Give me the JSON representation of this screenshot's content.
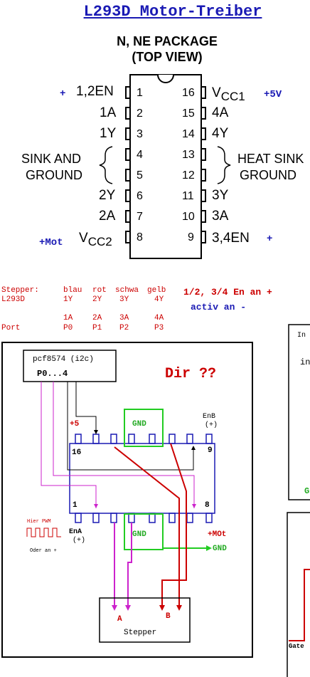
{
  "title": "L293D Motor-Treiber",
  "package": {
    "line1": "N, NE PACKAGE",
    "line2": "(TOP VIEW)"
  },
  "left_pins": [
    {
      "label": "1,2EN",
      "num": "1"
    },
    {
      "label": "1A",
      "num": "2"
    },
    {
      "label": "1Y",
      "num": "3"
    },
    {
      "label": "",
      "num": "4"
    },
    {
      "label": "",
      "num": "5"
    },
    {
      "label": "2Y",
      "num": "6"
    },
    {
      "label": "2A",
      "num": "7"
    },
    {
      "label": "V",
      "sub": "CC2",
      "num": "8"
    }
  ],
  "right_pins": [
    {
      "label": "V",
      "sub": "CC1",
      "num": "16"
    },
    {
      "label": "4A",
      "num": "15"
    },
    {
      "label": "4Y",
      "num": "14"
    },
    {
      "label": "",
      "num": "13"
    },
    {
      "label": "",
      "num": "12"
    },
    {
      "label": "3Y",
      "num": "11"
    },
    {
      "label": "3A",
      "num": "10"
    },
    {
      "label": "3,4EN",
      "num": "9"
    }
  ],
  "sink_left": {
    "line1": "SINK AND",
    "line2": "GROUND"
  },
  "sink_right": {
    "line1": "HEAT SINK",
    "line2": "GROUND"
  },
  "notes": {
    "plus_12en": "+",
    "plus5v": "+5V",
    "plus_mot": "+Mot",
    "plus_34en": "+"
  },
  "table": {
    "row1": [
      "Stepper:",
      "blau",
      "rot",
      "schwa",
      "gelb"
    ],
    "row2": [
      "L293D",
      "1Y",
      "2Y",
      "3Y",
      "4Y"
    ],
    "row3": [
      "",
      "1A",
      "2A",
      "3A",
      "4A"
    ],
    "row4": [
      "Port",
      "P0",
      "P1",
      "P2",
      "P3"
    ],
    "note1": "1/2, 3/4 En an +",
    "note2": "activ an -"
  },
  "schematic": {
    "pcf_title": "pcf8574 (i2c)",
    "pcf_ports": "P0...4",
    "dir": "Dir ??",
    "plus5": "+5",
    "gnd_top": "GND",
    "enb1": "EnB",
    "enb2": "(+)",
    "pin16": "16",
    "pin9": "9",
    "pin1": "1",
    "pin8": "8",
    "gnd_bottom": "GND",
    "pwm_note": "Hier PWM",
    "ena1": "EnA",
    "ena2": "(+)",
    "oder": "Oder an +",
    "plus_mot": "+MOt",
    "gnd_out": "GND",
    "coil_a": "A",
    "coil_b": "B",
    "stepper": "Stepper"
  },
  "side_panel": {
    "t1": "In",
    "t2": "in",
    "t3": "G",
    "t4": "Gate"
  }
}
